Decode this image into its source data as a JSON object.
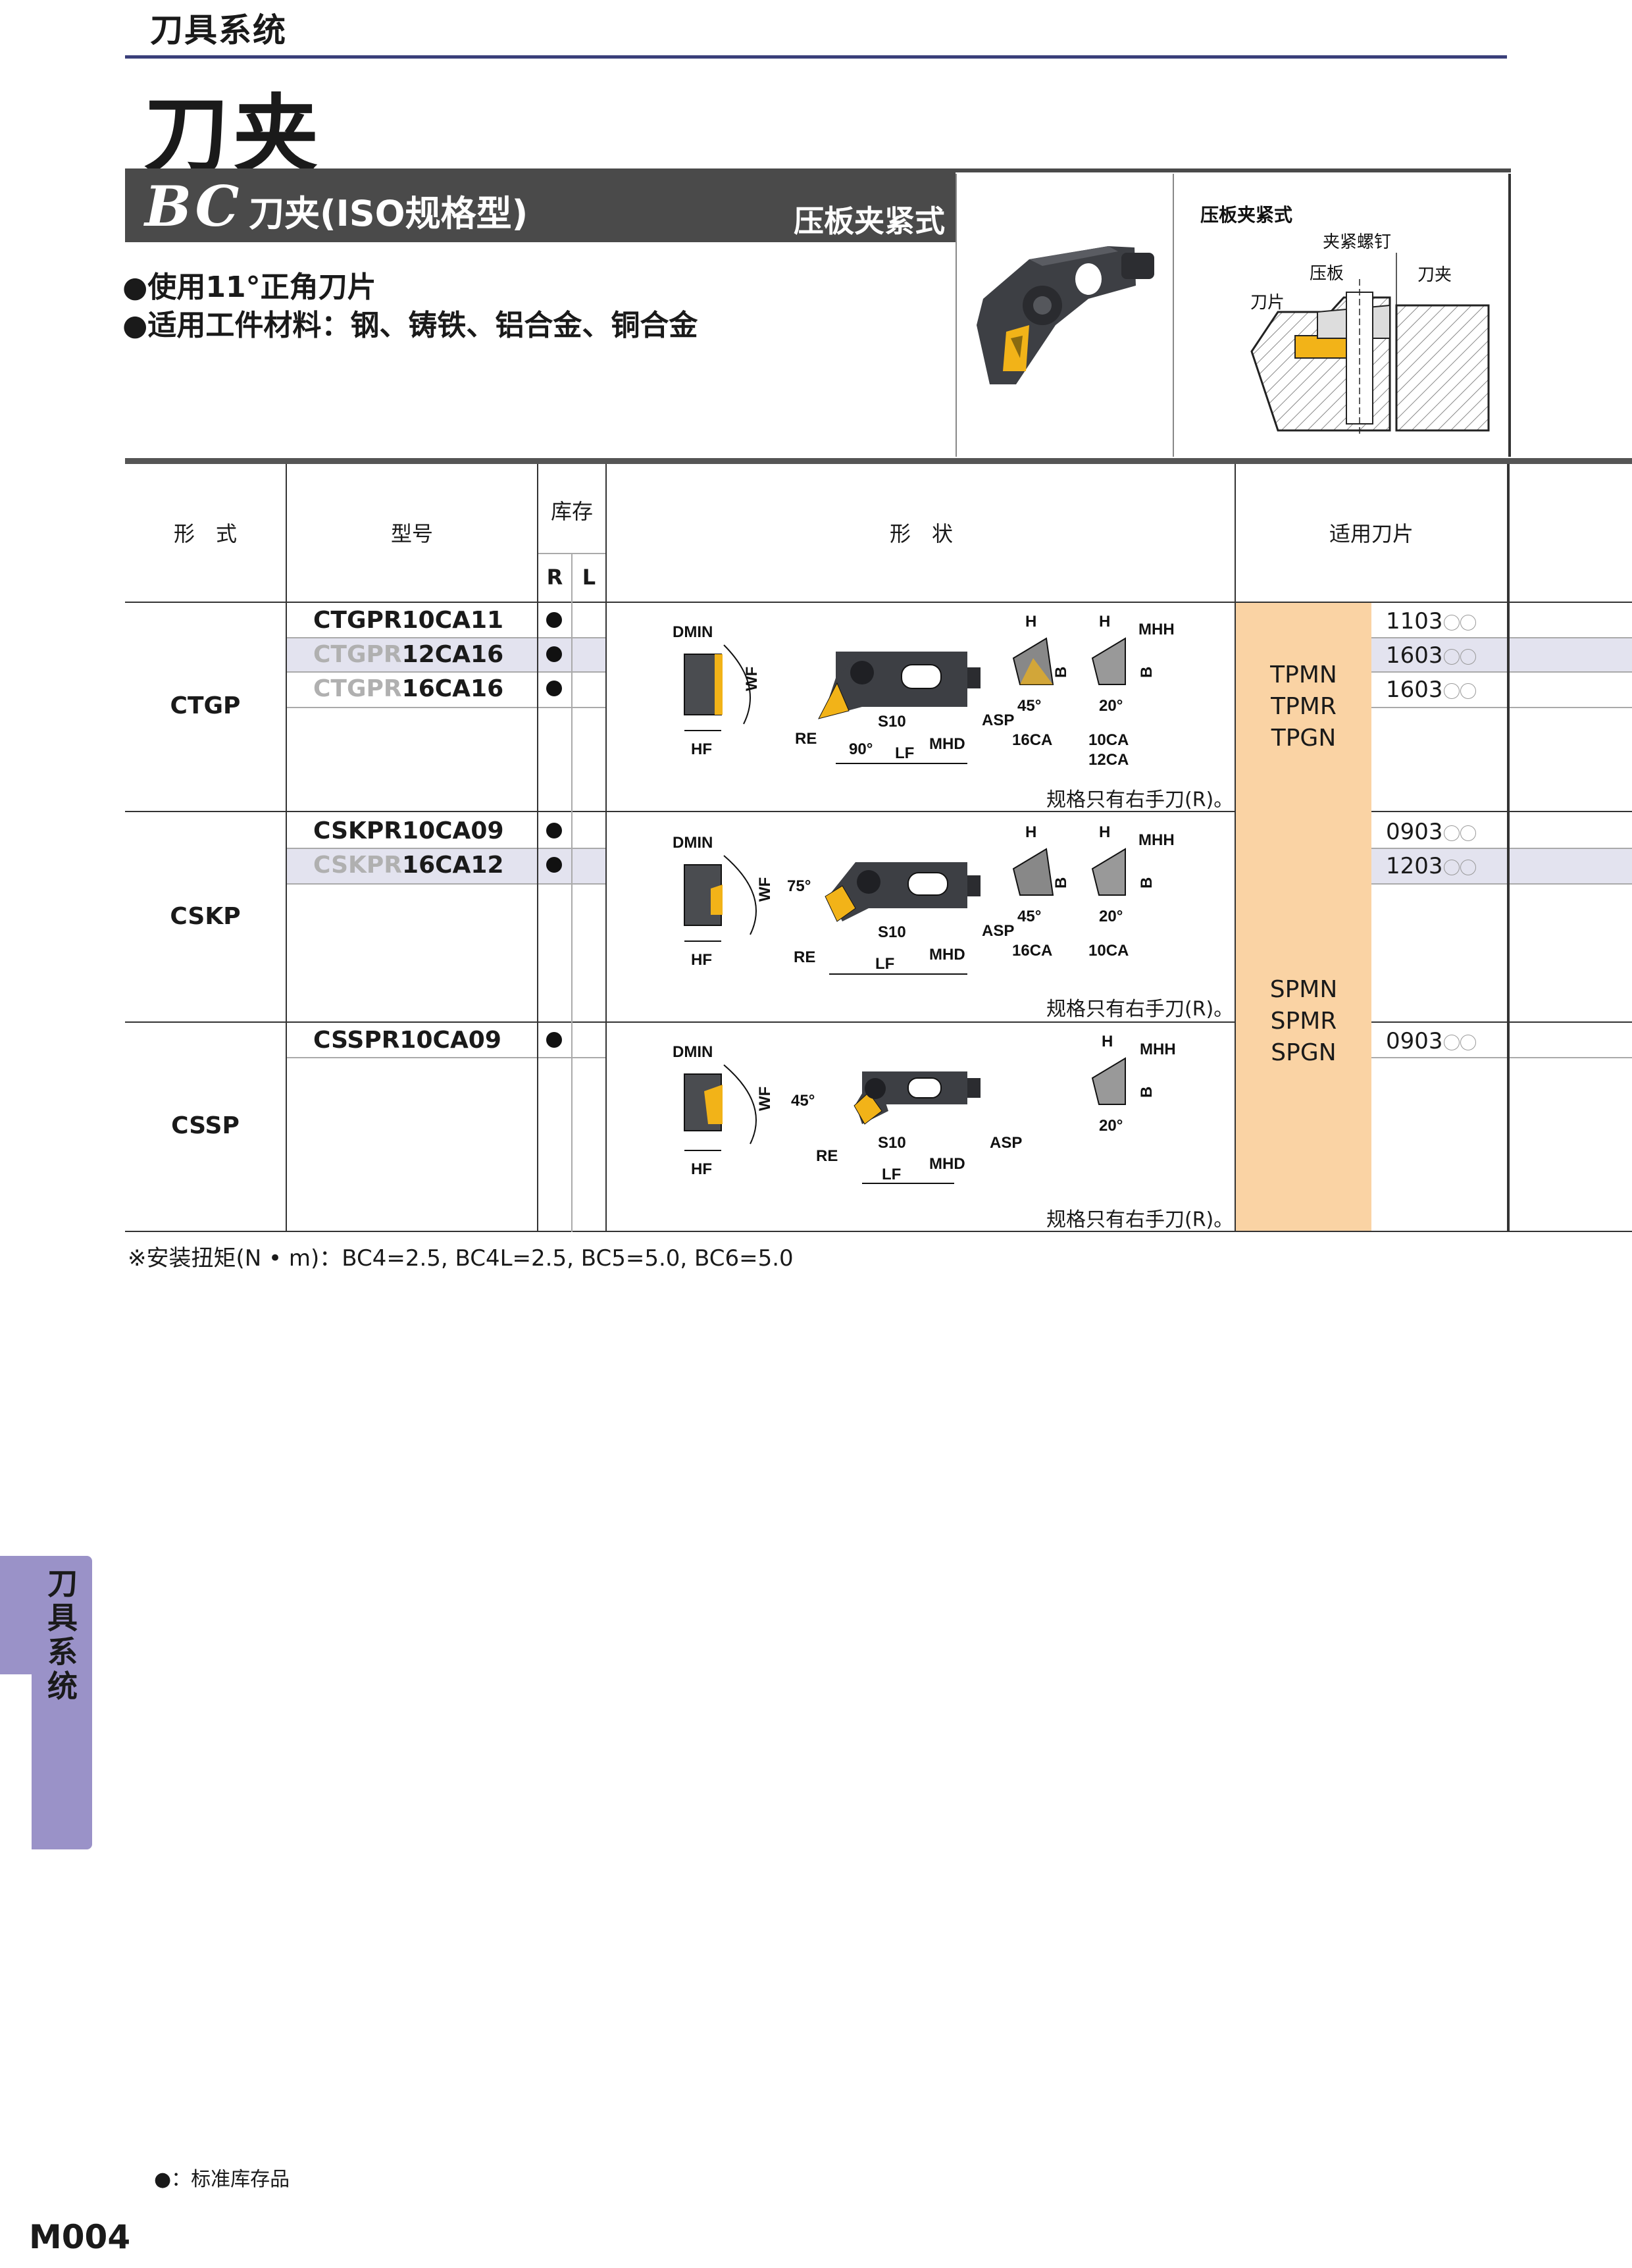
{
  "page": {
    "section": "刀具系统",
    "title": "刀夹",
    "page_number": "M004"
  },
  "header": {
    "series_logo": "BC",
    "name": "刀夹(ISO规格型)",
    "clamp_type": "压板夹紧式"
  },
  "features": [
    "●使用11°正角刀片",
    "●适用工件材料：钢、铸铁、铝合金、铜合金"
  ],
  "clamp_diagram": {
    "title": "压板夹紧式",
    "labels": {
      "screw": "夹紧螺钉",
      "plate": "压板",
      "holder": "刀夹",
      "insert": "刀片"
    }
  },
  "table": {
    "headers": {
      "form": "形　式",
      "model": "型号",
      "stock": "库存",
      "stock_r": "R",
      "stock_l": "L",
      "shape": "形　状",
      "insert": "适用刀片"
    },
    "groups": [
      {
        "form": "CTGP",
        "rows": [
          {
            "prefix": "CTGPR10CA11",
            "suffix": "",
            "r": true,
            "insert": "1103"
          },
          {
            "prefix": "CTGPR",
            "suffix": "12CA16",
            "r": true,
            "insert": "1603"
          },
          {
            "prefix": "CTGPR",
            "suffix": "16CA16",
            "r": true,
            "insert": "1603"
          }
        ],
        "grades": [
          "TPMN",
          "TPMR",
          "TPGN"
        ],
        "note": "规格只有右手刀(R)。"
      },
      {
        "form": "CSKP",
        "rows": [
          {
            "prefix": "CSKPR10CA09",
            "suffix": "",
            "r": true,
            "insert": "0903"
          },
          {
            "prefix": "CSKPR",
            "suffix": "16CA12",
            "r": true,
            "insert": "1203"
          }
        ],
        "note": "规格只有右手刀(R)。"
      },
      {
        "form": "CSSP",
        "rows": [
          {
            "prefix": "CSSPR10CA09",
            "suffix": "",
            "r": true,
            "insert": "0903"
          }
        ],
        "note": "规格只有右手刀(R)。"
      }
    ],
    "grades_sk_ss": [
      "SPMN",
      "SPMR",
      "SPGN"
    ]
  },
  "diagram_labels": {
    "dmin": "DMIN",
    "wf": "WF",
    "hf": "HF",
    "re": "RE",
    "s10": "S10",
    "lf": "LF",
    "mhd": "MHD",
    "asp": "ASP",
    "h": "H",
    "b": "B",
    "mhh": "MHH",
    "a90": "90°",
    "a75": "75°",
    "a45": "45°",
    "a20": "20°",
    "c16": "16CA",
    "c10": "10CA",
    "c12": "12CA"
  },
  "colors": {
    "header_bar": "#4a4a4a",
    "insert_column": "#fad3a4",
    "row_highlight": "#e3e3ef",
    "side_tab": "#9a92c8",
    "insert_gold": "#f2b318",
    "tool_dark": "#3d3f44"
  },
  "footnote_torque": "※安装扭矩(N • m)：BC4=2.5, BC4L=2.5, BC5=5.0, BC6=5.0",
  "legend": "●：标准库存品",
  "side_tab_text": "刀具系统"
}
